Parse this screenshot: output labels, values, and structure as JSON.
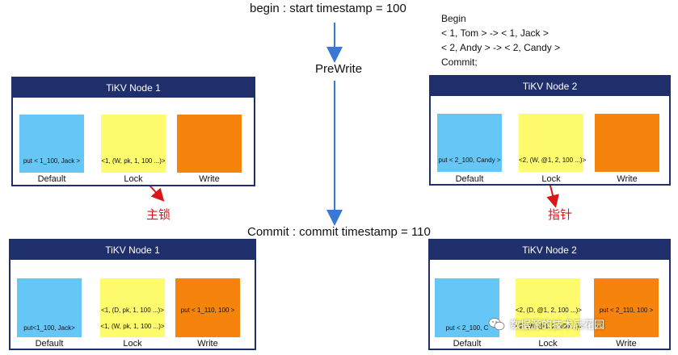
{
  "stages": {
    "begin": "begin : start timestamp = 100",
    "prewrite": "PreWrite",
    "commit": "Commit : commit timestamp = 110"
  },
  "transaction": {
    "lines": [
      "Begin",
      " < 1,  Tom > -> < 1,  Jack >",
      "< 2,  Andy > -> < 2, Candy >",
      "Commit;"
    ]
  },
  "prewrite_nodes": [
    {
      "title": "TiKV Node 1",
      "default": {
        "label": "Default",
        "entries": [
          "put < 1_100, Jack >"
        ]
      },
      "lock": {
        "label": "Lock",
        "entries": [
          "<1, (W, pk, 1, 100 ...)>"
        ]
      },
      "write": {
        "label": "Write",
        "entries": []
      }
    },
    {
      "title": "TiKV Node 2",
      "default": {
        "label": "Default",
        "entries": [
          "put < 2_100, Candy >"
        ]
      },
      "lock": {
        "label": "Lock",
        "entries": [
          "<2, (W, @1, 2, 100 ...)>"
        ]
      },
      "write": {
        "label": "Write",
        "entries": []
      }
    }
  ],
  "commit_nodes": [
    {
      "title": "TiKV Node 1",
      "default": {
        "label": "Default",
        "entries": [
          "put<1_100, Jack>"
        ]
      },
      "lock": {
        "label": "Lock",
        "entries": [
          "<1, (D, pk, 1, 100 ...)>",
          "<1, (W, pk, 1, 100 ...)>"
        ]
      },
      "write": {
        "label": "Write",
        "entries": [
          "put < 1_110, 100 >"
        ]
      }
    },
    {
      "title": "TiKV Node 2",
      "default": {
        "label": "Default",
        "entries": [
          "put < 2_100, C"
        ]
      },
      "lock": {
        "label": "Lock",
        "entries": [
          "<2, (D, @1, 2, 100 ...)>",
          "<2, (W, @1, 2, 100 ...)>"
        ]
      },
      "write": {
        "label": "Write",
        "entries": [
          "put < 2_110, 100 >"
        ]
      }
    }
  ],
  "annotations": {
    "primary_lock": "主锁",
    "pointer": "指针"
  },
  "watermark": "数据源的技术后花园",
  "colors": {
    "node_header": "#1f2f6b",
    "default_cf": "#66c7f7",
    "lock_cf": "#fefb6c",
    "write_cf": "#f5830c",
    "flow_arrow": "#3a78d8",
    "annotation": "#d8171b"
  }
}
